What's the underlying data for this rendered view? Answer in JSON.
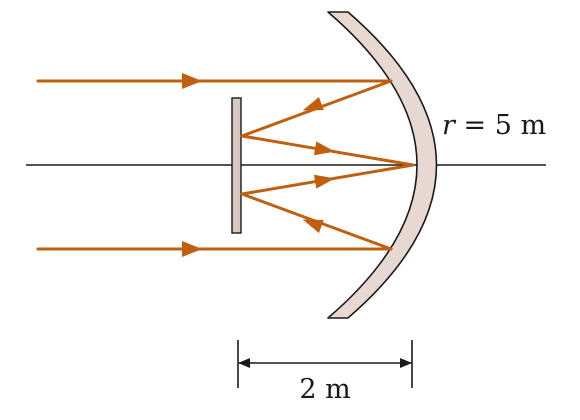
{
  "labels": {
    "radius_var": "r",
    "radius_rest": " = 5 m",
    "distance": "2 m"
  },
  "colors": {
    "ray": "#c0600f",
    "mirror_fill": "#e7d8d1",
    "mirror_stroke": "#1a1a1a",
    "axis": "#1a1a1a"
  }
}
